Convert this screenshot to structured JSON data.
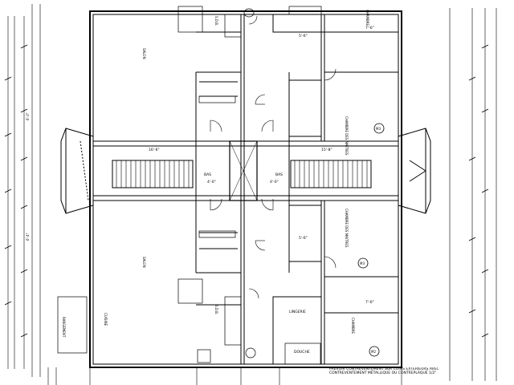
{
  "drawing": {
    "rooms": {
      "chambre_maitre_top": "CHAMBRE DES MAITRES",
      "chambre_maitre_bottom": "CHAMBRE DES MAITRES",
      "chambre_top": "CHAMBRE",
      "chambre_bottom": "CHAMBRE",
      "salon_top": "SALON",
      "salon_bottom": "SALON",
      "cuisine_bottom": "CUISINE",
      "salle_bain_top": "S.D.B.",
      "salle_bain_bottom": "S.D.B.",
      "lingerie_bottom": "LINGERIE",
      "douche": "DOUCHE",
      "rangement": "RANGEMENT",
      "bas_left": "BAS",
      "bas_right": "BAS",
      "chambre_upper_right": "CHAMBRE"
    },
    "dimensions": {
      "corridor_left": "16'-6\"",
      "corridor_right": "15'-8\"",
      "stair_mid_left": "4'-0\"",
      "stair_mid_right": "4'-0\"",
      "kitchen_top": "5'-6\"",
      "kitchen_bottom": "5'-6\"",
      "right_top": "7'-6\"",
      "right_bottom": "7'-6\"",
      "left_mid": "6'-3\"",
      "left_low": "6'-4\""
    },
    "tags": {
      "tag1": "M3",
      "tag2": "M3",
      "tag3": "M2"
    },
    "notes": {
      "bottom_right_note": "PRÉVOIR CONTREVENTEMENT SUR COINS EXTÉRIEURS AVEC CONTREVENTEMENT MÉTALLIQUE OU CONTREPLAQUÉ 1/2\""
    }
  }
}
